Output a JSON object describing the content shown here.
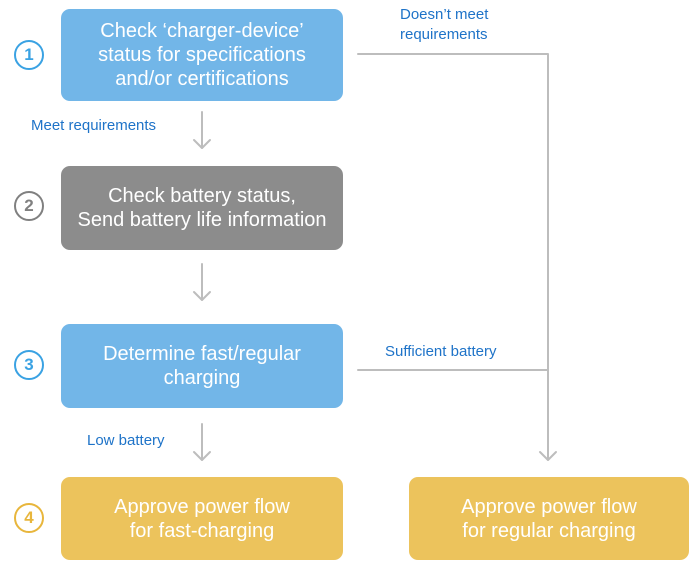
{
  "colors": {
    "blue_box": "#72b6e8",
    "gray_box": "#8c8c8c",
    "yellow_box": "#ecc35c",
    "label_text": "#1e73c8",
    "connector": "#bdbdbd"
  },
  "steps": [
    {
      "number": "1",
      "lines": [
        "Check ‘charger-device’",
        "status for specifications",
        "and/or certifications"
      ]
    },
    {
      "number": "2",
      "lines": [
        "Check battery status,",
        "Send battery life information"
      ]
    },
    {
      "number": "3",
      "lines": [
        "Determine fast/regular",
        "charging"
      ]
    },
    {
      "number": "4",
      "lines": [
        "Approve power flow",
        "for fast-charging"
      ]
    }
  ],
  "regular_box": {
    "lines": [
      "Approve power flow",
      "for regular charging"
    ]
  },
  "edge_labels": {
    "doesnt_meet": [
      "Doesn’t meet",
      "requirements"
    ],
    "meet": "Meet requirements",
    "sufficient": "Sufficient battery",
    "low": "Low battery"
  }
}
